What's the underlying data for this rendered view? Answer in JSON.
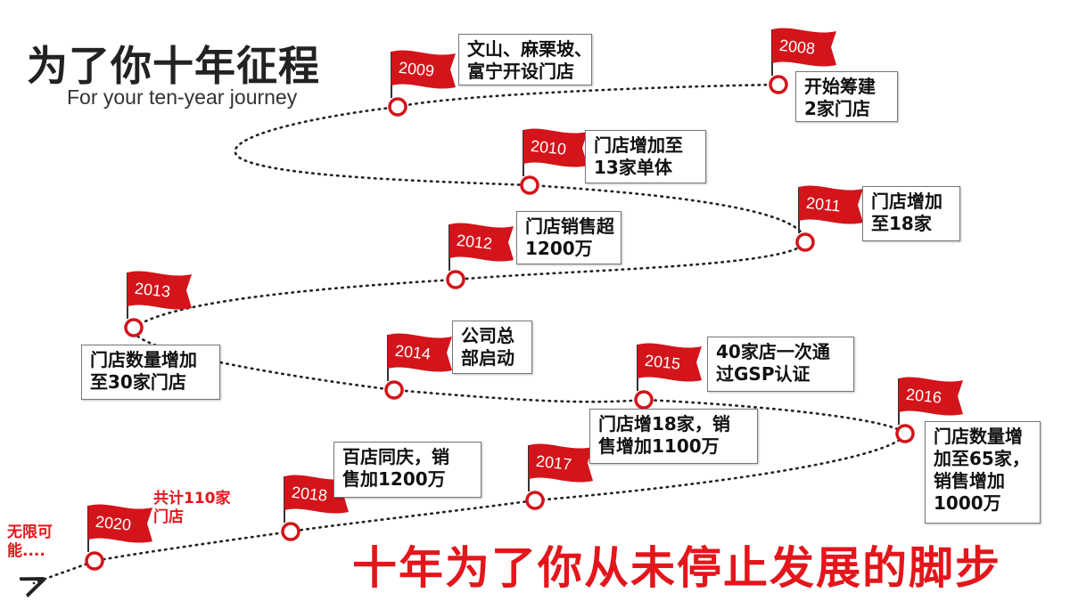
{
  "title": "为了你十年征程",
  "subtitle": "For your ten-year journey",
  "slogan": "十年为了你从未停止发展的脚步",
  "colors": {
    "flag": "#d3141a",
    "accent": "#e3161b",
    "path": "#222222"
  },
  "milestones": [
    {
      "year": "2008",
      "lines": [
        "开始筹建",
        "2家门店"
      ]
    },
    {
      "year": "2009",
      "lines": [
        "文山、麻栗坡、",
        "富宁开设门店"
      ]
    },
    {
      "year": "2010",
      "lines": [
        "门店增加至",
        "13家单体"
      ]
    },
    {
      "year": "2011",
      "lines": [
        "门店增加",
        "至18家"
      ]
    },
    {
      "year": "2012",
      "lines": [
        "门店销售超",
        "1200万"
      ]
    },
    {
      "year": "2013",
      "lines": [
        "门店数量增加",
        "至30家门店"
      ]
    },
    {
      "year": "2014",
      "lines": [
        "公司总",
        "部启动"
      ]
    },
    {
      "year": "2015",
      "lines": [
        "40家店一次通",
        "过GSP认证"
      ]
    },
    {
      "year": "2016",
      "lines": [
        "门店数量增",
        "加至65家，",
        "销售增加",
        "1000万"
      ]
    },
    {
      "year": "2017",
      "lines": [
        "门店增18家，销",
        "售增加1100万"
      ]
    },
    {
      "year": "2018",
      "lines": [
        "百店同庆，销",
        "售加1200万"
      ]
    },
    {
      "year": "2020",
      "lines": [
        "共计110家",
        "门店"
      ]
    }
  ],
  "ending": [
    "无限可",
    "能...."
  ]
}
